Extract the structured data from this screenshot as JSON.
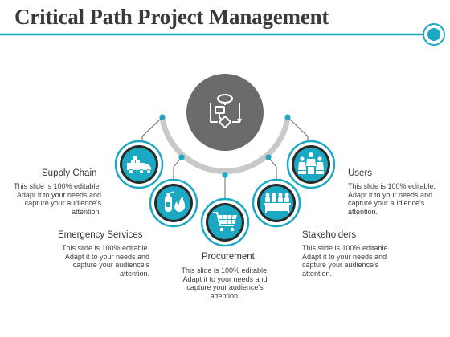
{
  "title": "Critical Path Project Management",
  "colors": {
    "accent": "#1ba8c2",
    "dark": "#2a2a2a",
    "hub": "#6b6b6b",
    "arc": "#c9c9c9"
  },
  "center_icon": "flowchart-icon",
  "items": [
    {
      "id": "supply-chain",
      "label": "Supply Chain",
      "icon": "truck-icon",
      "description": "This slide is 100% editable. Adapt it to your needs and capture your audience's attention."
    },
    {
      "id": "emergency-services",
      "label": "Emergency Services",
      "icon": "fire-extinguisher-icon",
      "description": "This slide is 100% editable. Adapt it to your needs and capture your audience's attention."
    },
    {
      "id": "procurement",
      "label": "Procurement",
      "icon": "shopping-cart-icon",
      "description": "This slide is 100% editable. Adapt it to your needs and capture your audience's attention."
    },
    {
      "id": "stakeholders",
      "label": "Stakeholders",
      "icon": "meeting-icon",
      "description": "This slide is 100% editable. Adapt it to your needs and capture your audience's attention."
    },
    {
      "id": "users",
      "label": "Users",
      "icon": "users-icon",
      "description": "This slide is 100% editable. Adapt it to your needs and capture your audience's attention."
    }
  ]
}
